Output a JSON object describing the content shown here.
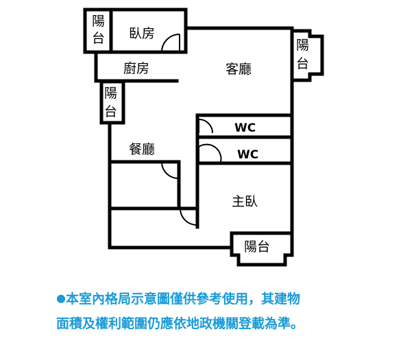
{
  "colors": {
    "note_text": "#1a9bd7",
    "wall": "#000000",
    "background": "#ffffff"
  },
  "rooms": {
    "balcony_top_left": "陽\n台",
    "bedroom": "臥房",
    "balcony_top_right": "陽\n台",
    "kitchen": "廚房",
    "living_room": "客廳",
    "balcony_left": "陽\n台",
    "wc_1": "WC",
    "wc_2": "WC",
    "dining_room": "餐廳",
    "master_bedroom": "主臥",
    "balcony_bottom": "陽台"
  },
  "note": {
    "bullet": "●",
    "line_1": "本室內格局示意圖僅供參考使用，其建物",
    "line_2": "面積及權利範圍仍應依地政機關登載為準。"
  }
}
